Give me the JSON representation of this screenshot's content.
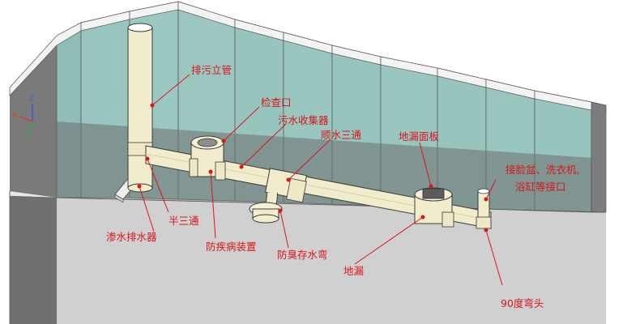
{
  "colors": {
    "wall_tile": "#9cc7c1",
    "wall_tile_dark": "#8dbcb6",
    "wall_cap": "#f2f2f2",
    "wall_side": "#6f6f6f",
    "floor": "#d2d2d2",
    "pipe": "#f1eccb",
    "pipe_edge": "#3b3b3b",
    "label": "#d8161b"
  },
  "labels": {
    "vertical_drain_pipe": "排污立管",
    "inspection_port": "检查口",
    "sewage_collector": "污水收集器",
    "sweep_tee": "顺水三通",
    "floor_drain_cover": "地漏面板",
    "fixture_connection_line1": "接脸盆、洗衣机,",
    "fixture_connection_line2": "浴缸等接口",
    "seepage_drain": "渗水排水器",
    "half_tee": "半三通",
    "disease_prevention_device": "防疾病装置",
    "odor_trap": "防臭存水弯",
    "floor_drain": "地漏",
    "elbow_90": "90度弯头"
  },
  "axis": {
    "x": "X",
    "y": "Y",
    "z": "Z"
  }
}
